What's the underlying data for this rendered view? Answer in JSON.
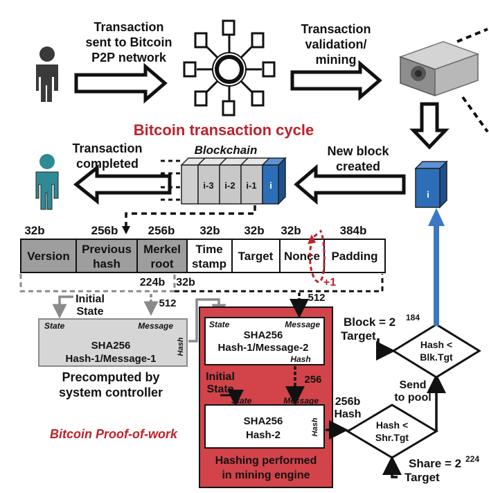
{
  "top": {
    "sent_line1": "Transaction",
    "sent_line2": "sent to Bitcoin",
    "sent_line3": "P2P network",
    "validation_line1": "Transaction",
    "validation_line2": "validation/",
    "validation_line3": "mining"
  },
  "cycle_title": "Bitcoin transaction cycle",
  "middle": {
    "completed_line1": "Transaction",
    "completed_line2": "completed",
    "blockchain_label": "Blockchain",
    "newblock_line1": "New block",
    "newblock_line2": "created",
    "chain_blocks": [
      "i-3",
      "i-2",
      "i-1",
      "i"
    ],
    "new_block_label": "i"
  },
  "header": {
    "sizes": [
      "32b",
      "256b",
      "256b",
      "32b",
      "32b",
      "32b",
      "384b"
    ],
    "fields": [
      {
        "line1": "Version",
        "line2": ""
      },
      {
        "line1": "Previous",
        "line2": "hash"
      },
      {
        "line1": "Merkel",
        "line2": "root"
      },
      {
        "line1": "Time",
        "line2": "stamp"
      },
      {
        "line1": "Target",
        "line2": ""
      },
      {
        "line1": "Nonce",
        "line2": ""
      },
      {
        "line1": "Padding",
        "line2": ""
      }
    ],
    "split_224": "224b",
    "split_32": "32b",
    "plus_one": "+1"
  },
  "precompute": {
    "initial_line1": "Initial",
    "initial_line2": "State",
    "in_512": "512",
    "state": "State",
    "message": "Message",
    "hash_side": "Hash",
    "sha": "SHA256",
    "name": "Hash-1/Message-1",
    "caption_line1": "Precomputed by",
    "caption_line2": "system controller"
  },
  "engine": {
    "in_512": "512",
    "box1_state": "State",
    "box1_message": "Message",
    "box1_sha": "SHA256",
    "box1_name": "Hash-1/Message-2",
    "box1_hash": "Hash",
    "initial_line1": "Initial",
    "initial_line2": "State",
    "in_256": "256",
    "box2_state": "State",
    "box2_message": "Message",
    "box2_sha": "SHA256",
    "box2_name": "Hash-2",
    "box2_hash": "Hash",
    "caption_line1": "Hashing performed",
    "caption_line2": "in mining engine"
  },
  "pow_title": "Bitcoin Proof-of-work",
  "compare": {
    "out_256": "256b",
    "out_hash": "Hash",
    "shr_line1": "Hash <",
    "shr_line2": "Shr.Tgt",
    "send_line1": "Send",
    "send_line2": "to pool",
    "blk_line1": "Hash <",
    "blk_line2": "Blk.Tgt",
    "block_target_line1": "Block = 2",
    "block_target_exp": "184",
    "block_target_line2": "Target",
    "share_target_line1": "Share = 2",
    "share_target_exp": "224",
    "share_target_line2": "Target"
  },
  "colors": {
    "red_title": "#c0202a",
    "engine_red": "#d2444a",
    "grey_field": "#9e9e9e",
    "blue_block": "#2c6fb8",
    "blue_arrow": "#3b78c4"
  }
}
